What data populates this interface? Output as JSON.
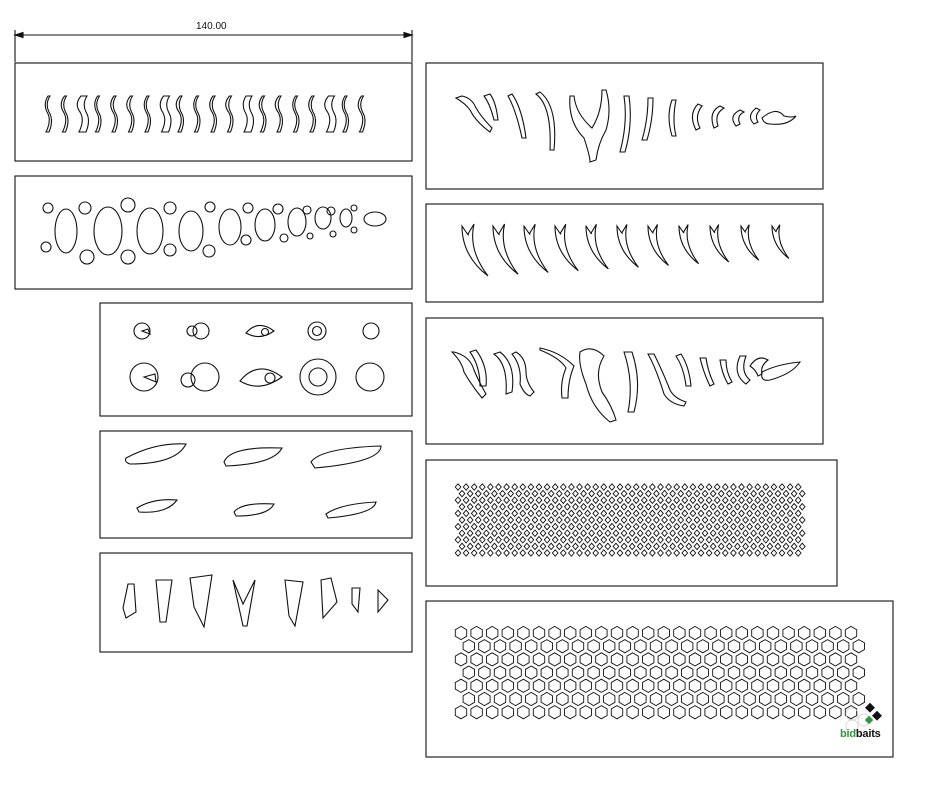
{
  "dimension": {
    "label": "140.00"
  },
  "logo": {
    "part1": "bid",
    "part2": "baits",
    "brand_color": "#2e9a3f"
  },
  "colors": {
    "stroke": "#111111",
    "background": "#ffffff"
  }
}
